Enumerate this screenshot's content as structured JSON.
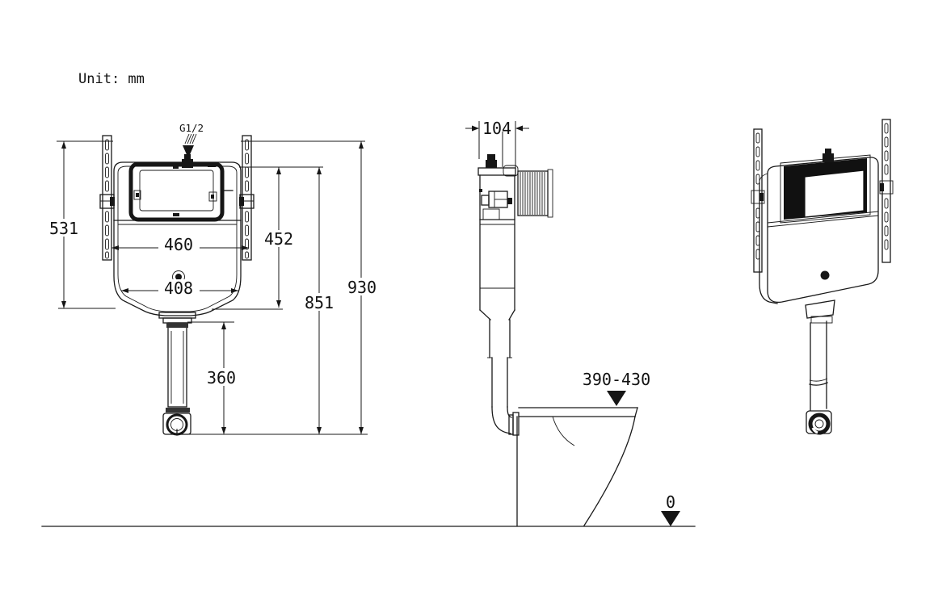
{
  "colors": {
    "ink": "#1a1a1a",
    "background": "#ffffff"
  },
  "labels": {
    "unit": "Unit: mm",
    "inlet_thread": "G1/2"
  },
  "front_view": {
    "rail_height": "531",
    "width_top": "460",
    "width_bottom": "408",
    "tank_height": "452",
    "outlet_height": "851",
    "overall_height": "930",
    "pipe_length": "360"
  },
  "side_view": {
    "depth": "104",
    "rim_height_range": "390-430",
    "floor_level": "0"
  }
}
